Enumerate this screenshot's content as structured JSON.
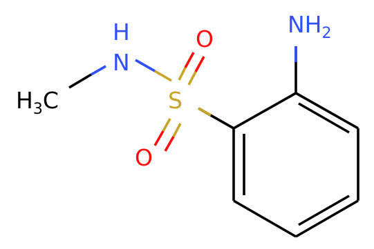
{
  "molecule": {
    "atoms": {
      "nh2": {
        "main": "NH",
        "sub": "2"
      },
      "nh": {
        "main": "N",
        "h": "H"
      },
      "ch3": {
        "h": "H",
        "sub": "3",
        "c": "C"
      },
      "s": {
        "label": "S"
      },
      "o_top": {
        "label": "O"
      },
      "o_bottom": {
        "label": "O"
      }
    },
    "colors": {
      "nitrogen": "#3050F8",
      "oxygen": "#FF0D0D",
      "sulfur": "#C6A52A",
      "carbon_bond": "#000000"
    }
  }
}
